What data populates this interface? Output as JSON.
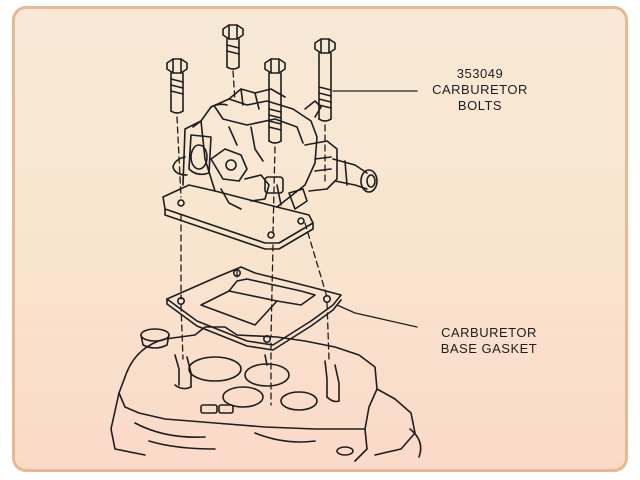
{
  "callouts": {
    "bolts": {
      "part_number": "353049",
      "line1": "CARBURETOR",
      "line2": "BOLTS"
    },
    "gasket": {
      "line1": "CARBURETOR",
      "line2": "BASE GASKET"
    }
  },
  "colors": {
    "border": "#e8b890",
    "background_top": "#f7e9d6",
    "background_bottom": "#fbd9c9",
    "ink": "#1e1e1e"
  }
}
